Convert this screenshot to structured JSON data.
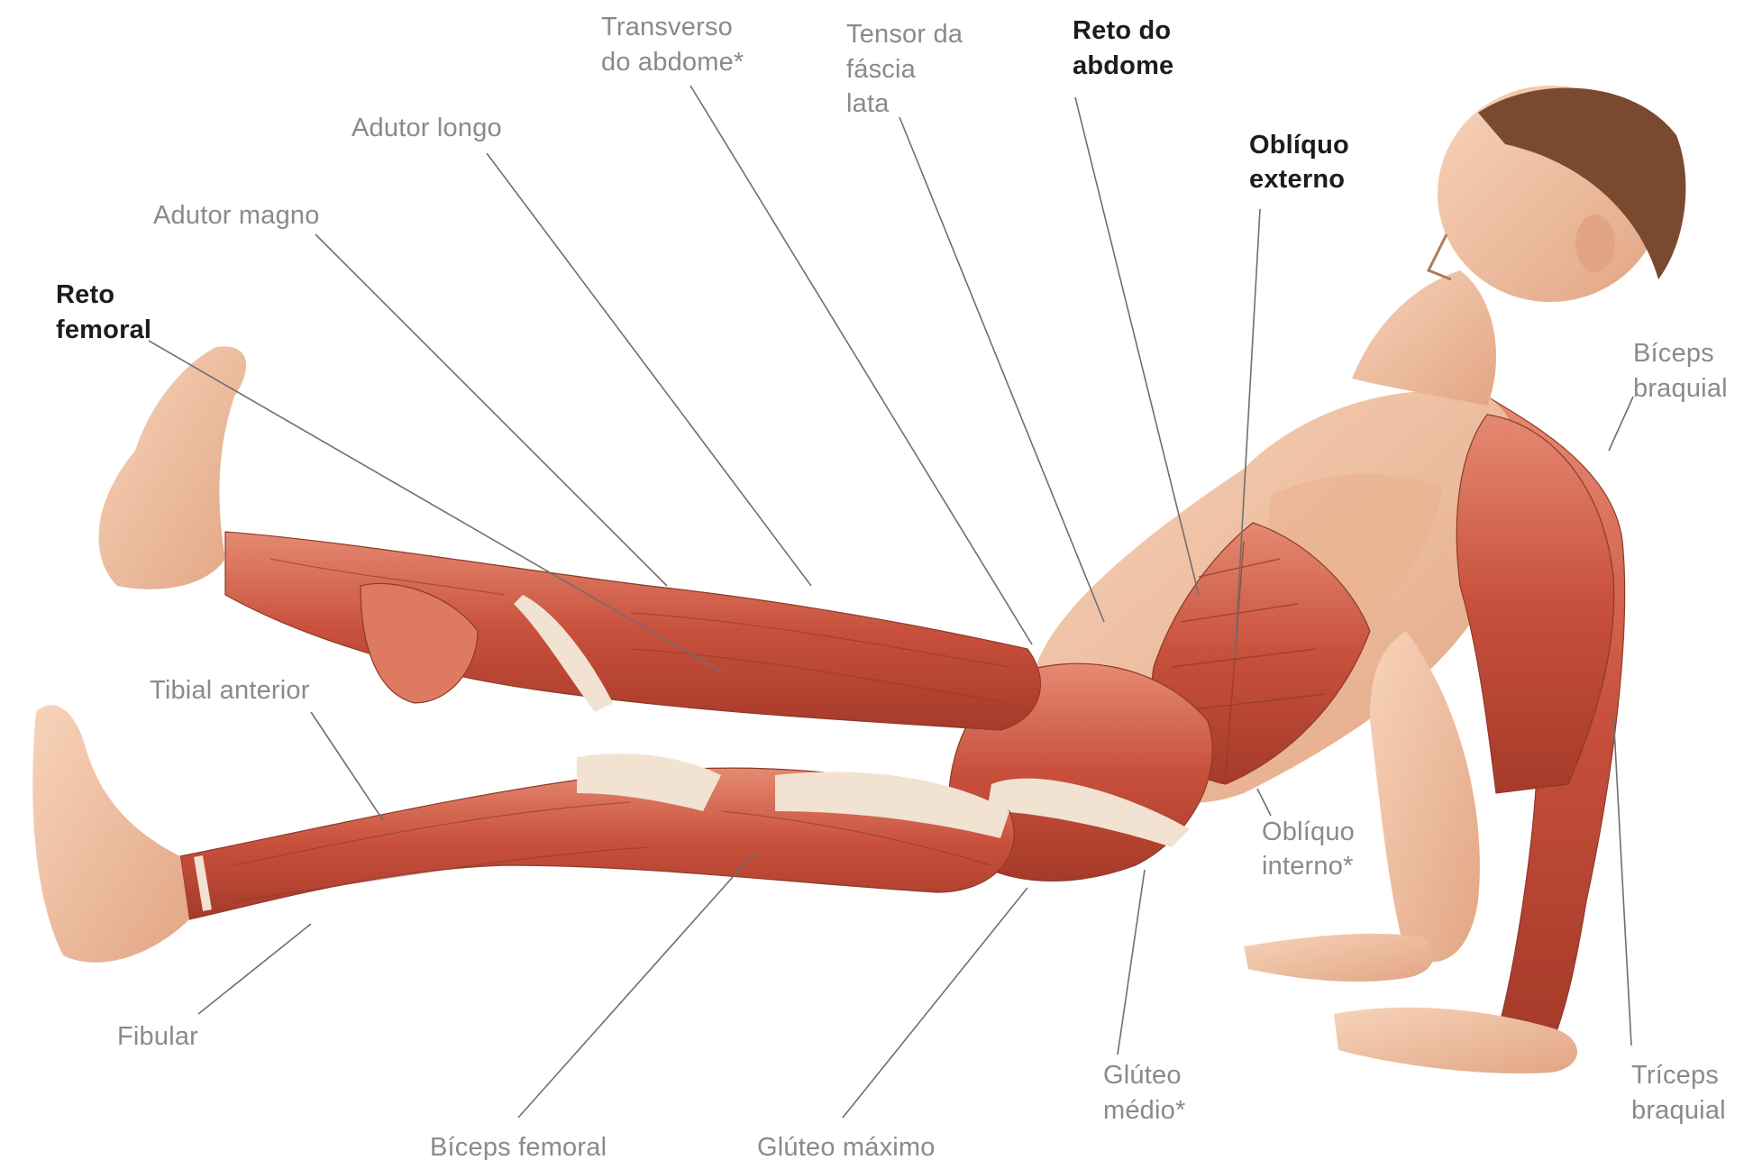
{
  "labels": {
    "transverso": [
      "Transverso",
      "do abdome*"
    ],
    "tensor": [
      "Tensor da",
      "fáscia",
      "lata"
    ],
    "reto_abdome": [
      "Reto do",
      "abdome"
    ],
    "adutor_longo": [
      "Adutor longo"
    ],
    "obliquo_externo": [
      "Oblíquo",
      "externo"
    ],
    "adutor_magno": [
      "Adutor magno"
    ],
    "reto_femoral": [
      "Reto",
      "femoral"
    ],
    "biceps_braquial": [
      "Bíceps",
      "braquial"
    ],
    "tibial_anterior": [
      "Tibial anterior"
    ],
    "obliquo_interno": [
      "Oblíquo",
      "interno*"
    ],
    "fibular": [
      "Fibular"
    ],
    "gluteo_medio": [
      "Glúteo",
      "médio*"
    ],
    "triceps_braquial": [
      "Tríceps",
      "braquial"
    ],
    "biceps_femoral": [
      "Bíceps femoral"
    ],
    "gluteo_maximo": [
      "Glúteo máximo"
    ]
  },
  "colors": {
    "muscle": "#c8503c",
    "muscle_light": "#de7a62",
    "skin": "#f2c3a5",
    "tendon": "#f1e2d2",
    "hair": "#7a4a30",
    "leader": "#6f6f6f",
    "label_text": "#8a8a8a",
    "label_bold": "#1c1c1c"
  }
}
